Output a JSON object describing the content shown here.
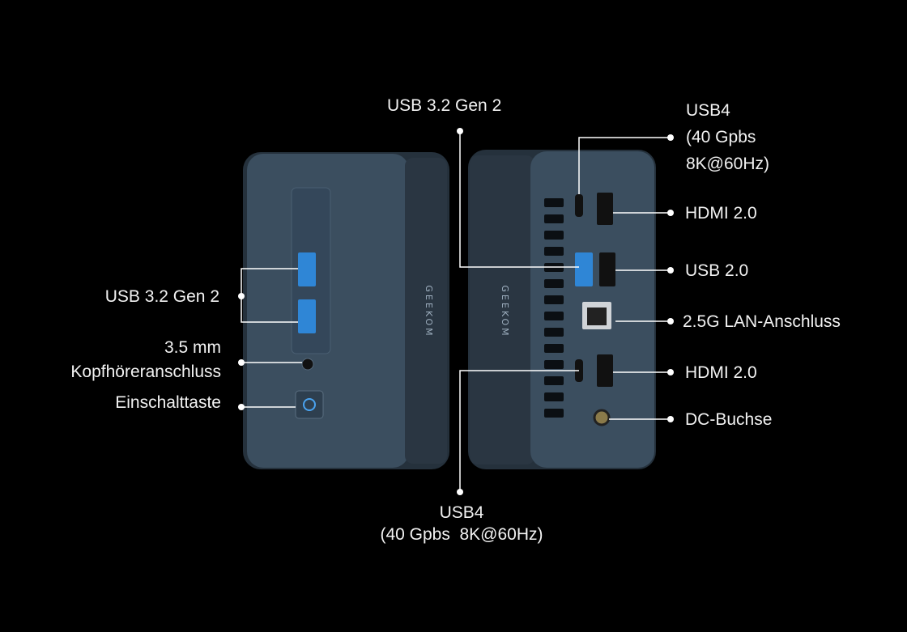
{
  "brand": "GEEKOM",
  "labels": {
    "top_usb32": "USB 3.2 Gen 2",
    "usb4_top_line1": "USB4",
    "usb4_top_line2": "(40 Gpbs",
    "usb4_top_line3": "8K@60Hz)",
    "hdmi_top": "HDMI 2.0",
    "usb20": "USB 2.0",
    "lan": "2.5G LAN-Anschluss",
    "hdmi_bottom": "HDMI 2.0",
    "dc": "DC-Buchse",
    "usb4_bottom_line1": "USB4",
    "usb4_bottom_line2": "(40 Gpbs  8K@60Hz)",
    "left_usb32": "USB 3.2 Gen 2",
    "audio_line1": "3.5 mm",
    "audio_line2": "Kopfhöreranschluss",
    "power": "Einschalttaste"
  },
  "colors": {
    "body": "#3a4d5e",
    "side": "#26323d",
    "accent": "#2f86d6",
    "line": "#ffffff"
  }
}
